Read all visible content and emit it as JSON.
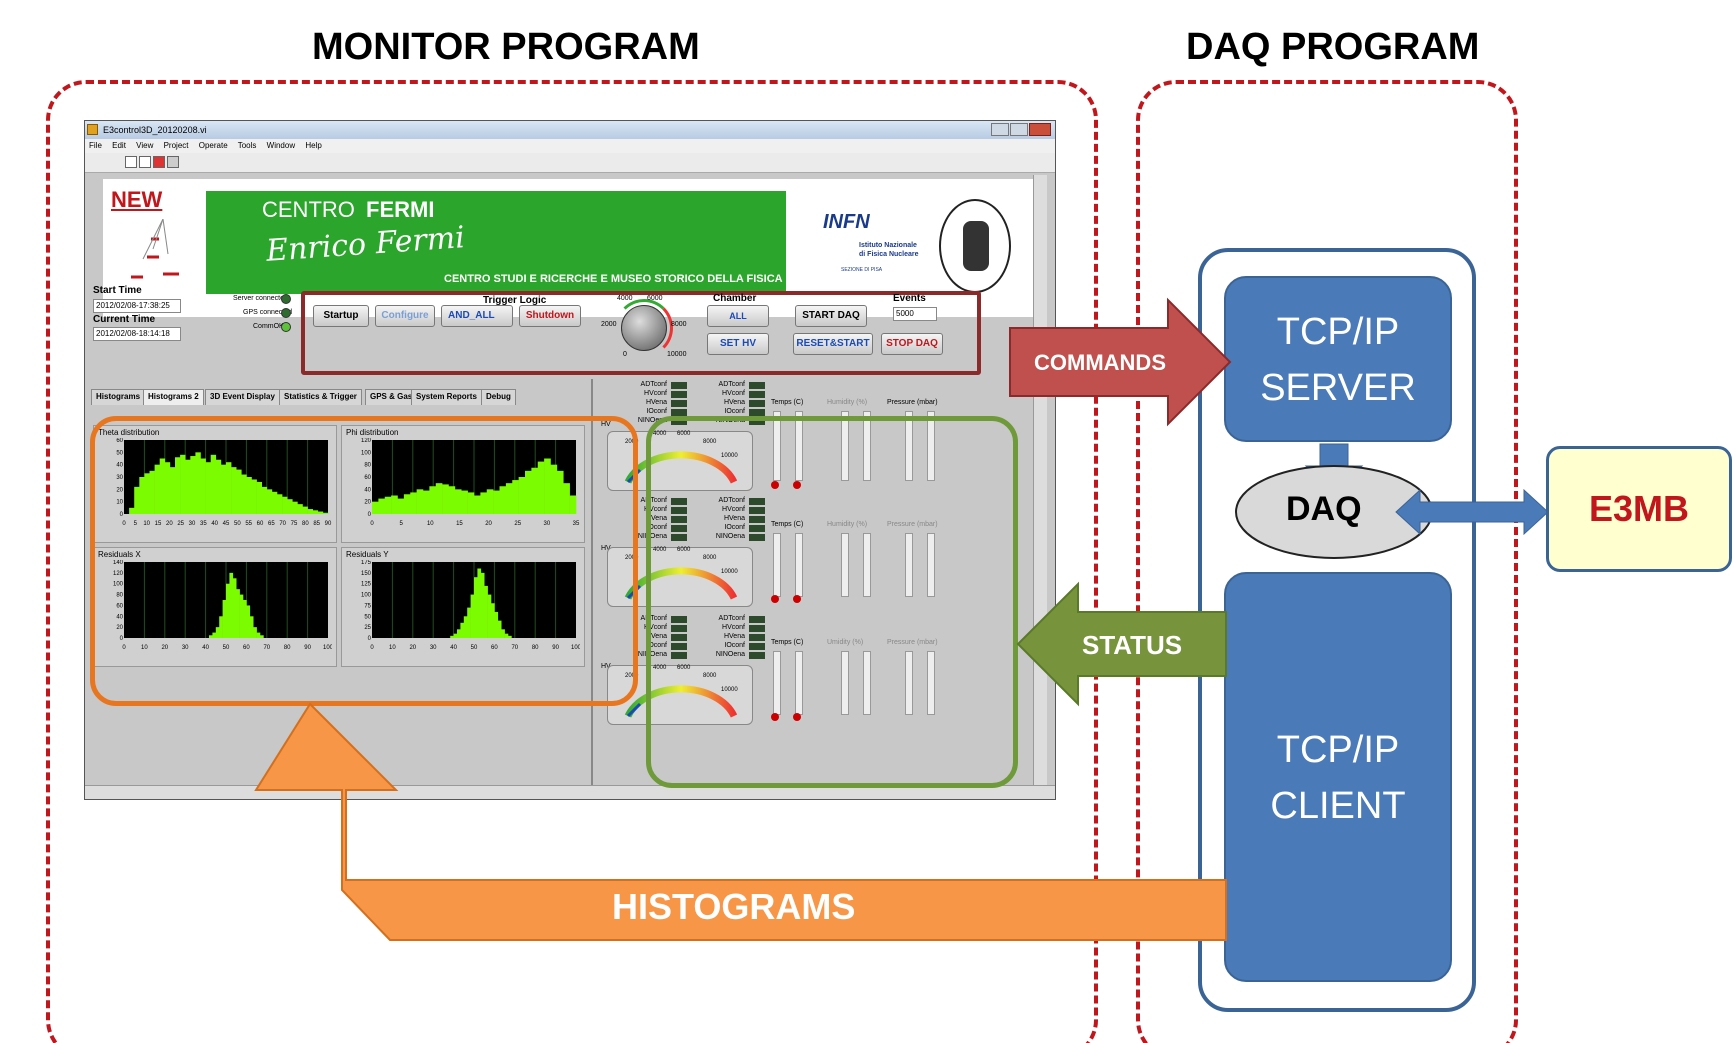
{
  "titles": {
    "monitor": "MONITOR PROGRAM",
    "daq": "DAQ PROGRAM"
  },
  "window": {
    "title": "E3control3D_20120208.vi",
    "menu": [
      "File",
      "Edit",
      "View",
      "Project",
      "Operate",
      "Tools",
      "Window",
      "Help"
    ]
  },
  "banner": {
    "new": "NEW",
    "centro": "CENTRO",
    "fermi": "FERMI",
    "signature": "Enrico Fermi",
    "subtitle": "CENTRO STUDI E RICERCHE E MUSEO STORICO DELLA FISICA",
    "infn": "INFN",
    "infn_line1": "Istituto Nazionale",
    "infn_line2": "di Fisica Nucleare",
    "infn_line3": "SEZIONE DI PISA"
  },
  "controls": {
    "start_time_label": "Start Time",
    "start_time_value": "2012/02/08-17:38:25",
    "current_time_label": "Current Time",
    "current_time_value": "2012/02/08-18:14:18",
    "server_connected": "Server connected",
    "gps_connected": "GPS connected",
    "comm_ok": "CommOK",
    "trigger_logic": "Trigger Logic",
    "startup": "Startup",
    "configure": "Configure",
    "trigger_value": "AND_ALL",
    "shutdown": "Shutdown",
    "chamber": "Chamber",
    "chamber_value": "ALL",
    "set_hv": "SET HV",
    "knob_min": "0",
    "knob_2000": "2000",
    "knob_4000": "4000",
    "knob_6000": "6000",
    "knob_8000": "8000",
    "knob_10000": "10000",
    "events": "Events",
    "events_value": "5000",
    "start_daq": "START DAQ",
    "reset_start": "RESET&START",
    "stop_daq": "STOP DAQ"
  },
  "tabs": [
    "Histograms",
    "Histograms 2",
    "3D Event Display",
    "Statistics & Trigger",
    "GPS & Gas",
    "System Reports",
    "Debug"
  ],
  "histograms": [
    {
      "title": "Theta distribution",
      "xticks": [
        "0",
        "5",
        "10",
        "15",
        "20",
        "25",
        "30",
        "35",
        "40",
        "45",
        "50",
        "55",
        "60",
        "65",
        "70",
        "75",
        "80",
        "85",
        "90"
      ],
      "yticks": [
        "60",
        "50",
        "40",
        "30",
        "20",
        "10",
        "0"
      ]
    },
    {
      "title": "Phi distribution",
      "xticks": [
        "0",
        "5",
        "10",
        "15",
        "20",
        "25",
        "30",
        "35"
      ],
      "yticks": [
        "120",
        "100",
        "80",
        "60",
        "40",
        "20",
        "0"
      ]
    },
    {
      "title": "Residuals X",
      "xticks": [
        "0",
        "10",
        "20",
        "30",
        "40",
        "50",
        "60",
        "70",
        "80",
        "90",
        "100"
      ],
      "yticks": [
        "140",
        "120",
        "100",
        "80",
        "60",
        "40",
        "20",
        "0"
      ]
    },
    {
      "title": "Residuals Y",
      "xticks": [
        "0",
        "10",
        "20",
        "30",
        "40",
        "50",
        "60",
        "70",
        "80",
        "90",
        "100"
      ],
      "yticks": [
        "175",
        "150",
        "125",
        "100",
        "75",
        "50",
        "25",
        "0"
      ]
    }
  ],
  "status_panel": {
    "flags": [
      "ADTconf",
      "HVconf",
      "HVena",
      "IOconf",
      "NINOena"
    ],
    "hv": "HV",
    "temps": "Temps (C)",
    "humidity": "Humidity (%)",
    "humidity_alt": "Umidity (%)",
    "pressure": "Pressure (mbar)",
    "gauge_ticks": [
      "2000",
      "4000",
      "6000",
      "8000",
      "10000"
    ]
  },
  "arrows": {
    "commands": "COMMANDS",
    "status": "STATUS",
    "histograms": "HISTOGRAMS"
  },
  "blocks": {
    "server_line1": "TCP/IP",
    "server_line2": "SERVER",
    "daq": "DAQ",
    "client_line1": "TCP/IP",
    "client_line2": "CLIENT",
    "e3mb": "E3MB"
  },
  "chart_data": [
    {
      "type": "bar",
      "title": "Theta distribution",
      "xlim": [
        0,
        90
      ],
      "ylim": [
        0,
        60
      ],
      "values": [
        0,
        5,
        22,
        30,
        33,
        35,
        40,
        45,
        42,
        38,
        46,
        48,
        44,
        47,
        50,
        45,
        42,
        48,
        44,
        40,
        42,
        38,
        36,
        32,
        30,
        28,
        26,
        22,
        20,
        18,
        16,
        14,
        12,
        10,
        8,
        6,
        4,
        3,
        2,
        1
      ]
    },
    {
      "type": "bar",
      "title": "Phi distribution",
      "xlim": [
        0,
        35
      ],
      "ylim": [
        0,
        120
      ],
      "values": [
        20,
        25,
        28,
        30,
        25,
        32,
        35,
        40,
        38,
        45,
        50,
        48,
        45,
        40,
        38,
        35,
        30,
        35,
        40,
        38,
        45,
        50,
        55,
        60,
        70,
        75,
        85,
        90,
        80,
        70,
        50,
        30
      ]
    },
    {
      "type": "bar",
      "title": "Residuals X",
      "xlim": [
        0,
        100
      ],
      "ylim": [
        0,
        140
      ],
      "values": [
        0,
        0,
        0,
        0,
        0,
        0,
        0,
        0,
        0,
        0,
        0,
        0,
        0,
        0,
        0,
        0,
        0,
        0,
        0,
        0,
        0,
        0,
        0,
        0,
        0,
        5,
        10,
        20,
        40,
        70,
        100,
        120,
        110,
        90,
        80,
        70,
        60,
        40,
        20,
        10,
        5,
        0,
        0,
        0,
        0,
        0,
        0,
        0,
        0,
        0,
        0,
        0,
        0,
        0,
        0,
        0,
        0,
        0,
        0,
        0
      ]
    },
    {
      "type": "bar",
      "title": "Residuals Y",
      "xlim": [
        0,
        100
      ],
      "ylim": [
        0,
        175
      ],
      "values": [
        0,
        0,
        0,
        0,
        0,
        0,
        0,
        0,
        0,
        0,
        0,
        0,
        0,
        0,
        0,
        0,
        0,
        0,
        0,
        0,
        0,
        0,
        0,
        5,
        10,
        20,
        35,
        50,
        70,
        100,
        140,
        160,
        150,
        120,
        100,
        80,
        60,
        40,
        20,
        10,
        5,
        0,
        0,
        0,
        0,
        0,
        0,
        0,
        0,
        0,
        0,
        0,
        0,
        0,
        0,
        0,
        0,
        0,
        0,
        0
      ]
    }
  ]
}
